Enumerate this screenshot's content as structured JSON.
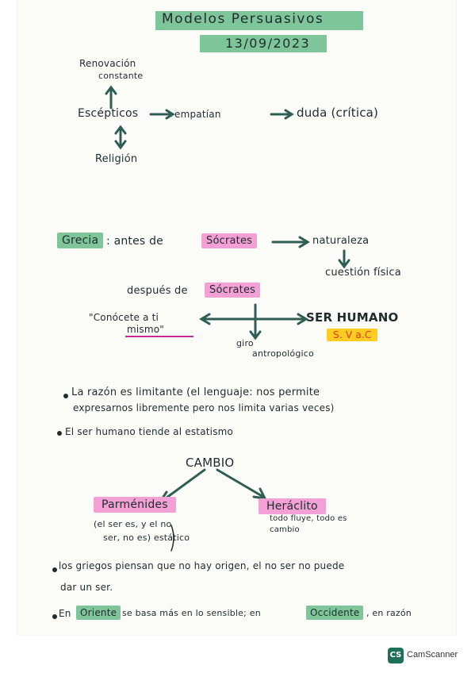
{
  "header": {
    "title": "Modelos Persuasivos",
    "date": "13/09/2023"
  },
  "diagram1": {
    "top_label_line1": "Renovación",
    "top_label_line2": "constante",
    "center": "Escépticos",
    "middle": "empatían",
    "right": "duda (crítica)",
    "bottom": "Religión"
  },
  "section_grecia": {
    "label": "Grecia",
    "text_before": ": antes de",
    "socrates_1": "Sócrates",
    "result": "naturaleza",
    "sub_result": "cuestión física",
    "after": "después de",
    "socrates_2": "Sócrates",
    "quote_line1": "\"Conócete a ti",
    "quote_line2": "mismo\"",
    "human": "SER HUMANO",
    "century": "S. V a.C",
    "turn_line1": "giro",
    "turn_line2": "antropológico"
  },
  "bullets": [
    {
      "line1": "La razón es limitante (el lenguaje: nos permite",
      "line2": "expresarnos libremente pero nos limita varias veces)"
    },
    {
      "line1": "El ser humano tiende al estatismo"
    }
  ],
  "diagram2": {
    "top": "CAMBIO",
    "left": "Parménides",
    "left_note_line1": "(el ser es, y el no",
    "left_note_line2": "ser, no es) estático",
    "right": "Heráclito",
    "right_note_line1": "todo fluye, todo es",
    "right_note_line2": "cambio"
  },
  "bullets2": [
    {
      "line1": "los griegos piensan que no hay origen, el no ser no puede",
      "line2": "dar un ser."
    },
    {
      "pre": "En",
      "word1": "Oriente",
      "mid": "se basa más en lo sensible; en",
      "word2": "Occidente",
      "post": ", en razón"
    }
  ],
  "watermark": {
    "badge": "CS",
    "text": "CamScanner"
  },
  "colors": {
    "highlight_green": "#7ec69a",
    "highlight_pink": "#f3a0d6",
    "highlight_yellow": "#ffcc22",
    "ink": "#1f2c2c",
    "arrow_teal": "#2f5e55"
  }
}
